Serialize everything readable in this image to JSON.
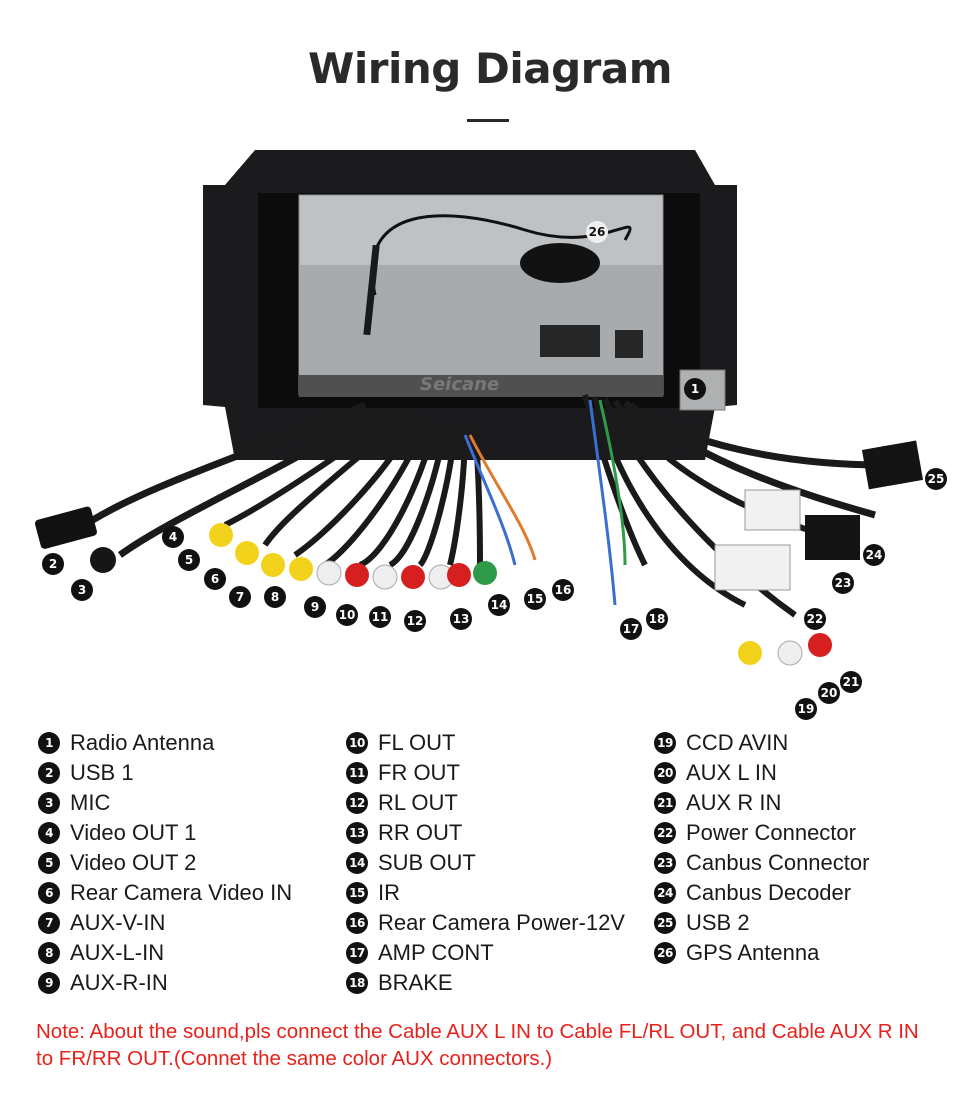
{
  "title": "Wiring Diagram",
  "watermark": "Seicane",
  "callouts": [
    "1",
    "2",
    "3",
    "4",
    "5",
    "6",
    "7",
    "8",
    "9",
    "10",
    "11",
    "12",
    "13",
    "14",
    "15",
    "16",
    "17",
    "18",
    "19",
    "20",
    "21",
    "22",
    "23",
    "24",
    "25",
    "26"
  ],
  "legend": {
    "col1": [
      {
        "num": "1",
        "label": "Radio Antenna"
      },
      {
        "num": "2",
        "label": "USB 1"
      },
      {
        "num": "3",
        "label": "MIC"
      },
      {
        "num": "4",
        "label": "Video OUT 1"
      },
      {
        "num": "5",
        "label": "Video OUT 2"
      },
      {
        "num": "6",
        "label": "Rear Camera Video IN"
      },
      {
        "num": "7",
        "label": "AUX-V-IN"
      },
      {
        "num": "8",
        "label": "AUX-L-IN"
      },
      {
        "num": "9",
        "label": "AUX-R-IN"
      }
    ],
    "col2": [
      {
        "num": "10",
        "label": "FL OUT"
      },
      {
        "num": "11",
        "label": "FR OUT"
      },
      {
        "num": "12",
        "label": "RL OUT"
      },
      {
        "num": "13",
        "label": "RR OUT"
      },
      {
        "num": "14",
        "label": "SUB OUT"
      },
      {
        "num": "15",
        "label": "IR"
      },
      {
        "num": "16",
        "label": "Rear Camera Power-12V"
      },
      {
        "num": "17",
        "label": "AMP CONT"
      },
      {
        "num": "18",
        "label": "BRAKE"
      }
    ],
    "col3": [
      {
        "num": "19",
        "label": "CCD AVIN"
      },
      {
        "num": "20",
        "label": "AUX L IN"
      },
      {
        "num": "21",
        "label": "AUX R IN"
      },
      {
        "num": "22",
        "label": "Power Connector"
      },
      {
        "num": "23",
        "label": "Canbus Connector"
      },
      {
        "num": "24",
        "label": "Canbus Decoder"
      },
      {
        "num": "25",
        "label": "USB 2"
      },
      {
        "num": "26",
        "label": "GPS Antenna"
      }
    ]
  },
  "note": "Note: About the sound,pls connect the Cable AUX L IN to Cable FL/RL OUT, and Cable AUX R IN to  FR/RR OUT.(Connet the same color AUX connectors.)"
}
